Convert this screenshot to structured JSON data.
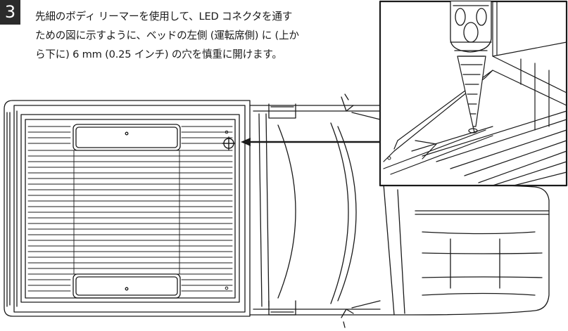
{
  "step": {
    "number": "3"
  },
  "instruction": {
    "lines": [
      "先細のボディ リーマーを使用して、LED コネクタを通す",
      "ための図に示すように、ベッドの左側 (運転席側) に (上か",
      "ら下に) 6 mm (0.25 インチ) の穴を慎重に開けます。"
    ]
  },
  "colors": {
    "ink": "#1a1a1a",
    "badge": "#2b2b2b",
    "background": "#ffffff"
  },
  "icons": {
    "drill_target": "crosshair-circle-icon",
    "direction": "arrow-left-icon"
  }
}
